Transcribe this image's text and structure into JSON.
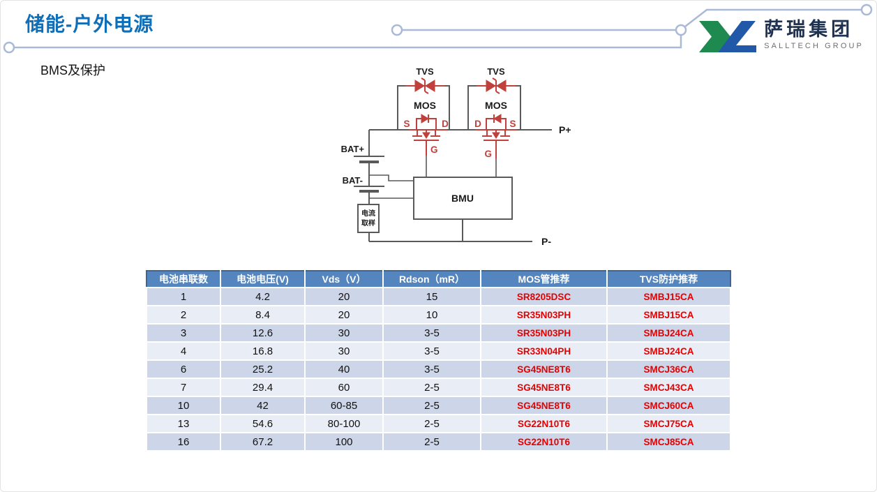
{
  "header": {
    "title": "储能-户外电源",
    "subtitle": "BMS及保护"
  },
  "logo": {
    "company": "萨瑞集团",
    "group": "SALLTECH GROUP"
  },
  "diagram": {
    "labels": {
      "tvs1": "TVS",
      "tvs2": "TVS",
      "mos1": "MOS",
      "mos2": "MOS",
      "mos1_source": "S",
      "mos1_drain": "D",
      "mos1_gate": "G",
      "mos2_drain": "D",
      "mos2_source": "S",
      "mos2_gate": "G",
      "bat_plus": "BAT+",
      "bat_minus": "BAT-",
      "current_sample_line1": "电流",
      "current_sample_line2": "取样",
      "bmu": "BMU",
      "p_plus": "P+",
      "p_minus": "P-"
    }
  },
  "table": {
    "headers": [
      "电池串联数",
      "电池电压(V)",
      "Vds（V）",
      "Rdson（mR）",
      "MOS管推荐",
      "TVS防护推荐"
    ],
    "rows": [
      [
        "1",
        "4.2",
        "20",
        "15",
        "SR8205DSC",
        "SMBJ15CA"
      ],
      [
        "2",
        "8.4",
        "20",
        "10",
        "SR35N03PH",
        "SMBJ15CA"
      ],
      [
        "3",
        "12.6",
        "30",
        "3-5",
        "SR35N03PH",
        "SMBJ24CA"
      ],
      [
        "4",
        "16.8",
        "30",
        "3-5",
        "SR33N04PH",
        "SMBJ24CA"
      ],
      [
        "6",
        "25.2",
        "40",
        "3-5",
        "SG45NE8T6",
        "SMCJ36CA"
      ],
      [
        "7",
        "29.4",
        "60",
        "2-5",
        "SG45NE8T6",
        "SMCJ43CA"
      ],
      [
        "10",
        "42",
        "60-85",
        "2-5",
        "SG45NE8T6",
        "SMCJ60CA"
      ],
      [
        "13",
        "54.6",
        "80-100",
        "2-5",
        "SG22N10T6",
        "SMCJ75CA"
      ],
      [
        "16",
        "67.2",
        "100",
        "2-5",
        "SG22N10T6",
        "SMCJ85CA"
      ]
    ]
  },
  "colors": {
    "title_blue": "#0E6EB8",
    "table_header_bg": "#5585BE",
    "table_header_edge": "#3C6595",
    "row_band_dark": "#CDD6E8",
    "row_band_light": "#E9EDF5",
    "part_number_red": "#E60000",
    "circuit_red": "#C0403C",
    "circuit_gray": "#595959",
    "decor_line": "#A9B9D6",
    "logo_green": "#1E8A50",
    "logo_blue": "#2158A8",
    "logo_text": "#1F3150"
  }
}
